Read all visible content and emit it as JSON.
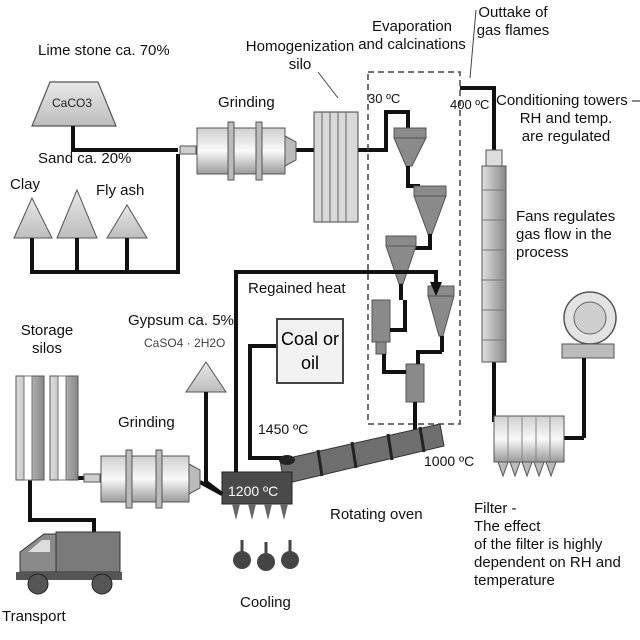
{
  "labels": {
    "limestone": "Lime stone ca. 70%",
    "caco3": "CaCO3",
    "sand": "Sand ca. 20%",
    "clay": "Clay",
    "flyash": "Fly ash",
    "grinding_top": "Grinding",
    "homog_1": "Homogenization",
    "homog_2": "silo",
    "evap_1": "Evaporation",
    "evap_2": "and calcinations",
    "outtake_1": "Outtake of",
    "outtake_2": "gas flames",
    "temp_30": "30 ºC",
    "temp_400": "400 ºC",
    "cond_1": "Conditioning towers –",
    "cond_2": "RH and temp.",
    "cond_3": "are regulated",
    "fans_1": "Fans regulates",
    "fans_2": "gas flow in the",
    "fans_3": "process",
    "regained": "Regained heat",
    "gypsum": "Gypsum ca. 5%",
    "caso4": "CaSO4 · 2H2O",
    "storage_1": "Storage",
    "storage_2": "silos",
    "grinding_bottom": "Grinding",
    "coal_1": "Coal or",
    "coal_2": "oil",
    "temp_1450": "1450 ºC",
    "temp_1000": "1000 ºC",
    "temp_1200": "1200 ºC",
    "rotating": "Rotating oven",
    "filter_1": "Filter -",
    "filter_2": "The effect",
    "filter_3": "of the filter is highly",
    "filter_4": "dependent on  RH and",
    "filter_5": "temperature",
    "cooling": "Cooling",
    "transport": "Transport"
  }
}
